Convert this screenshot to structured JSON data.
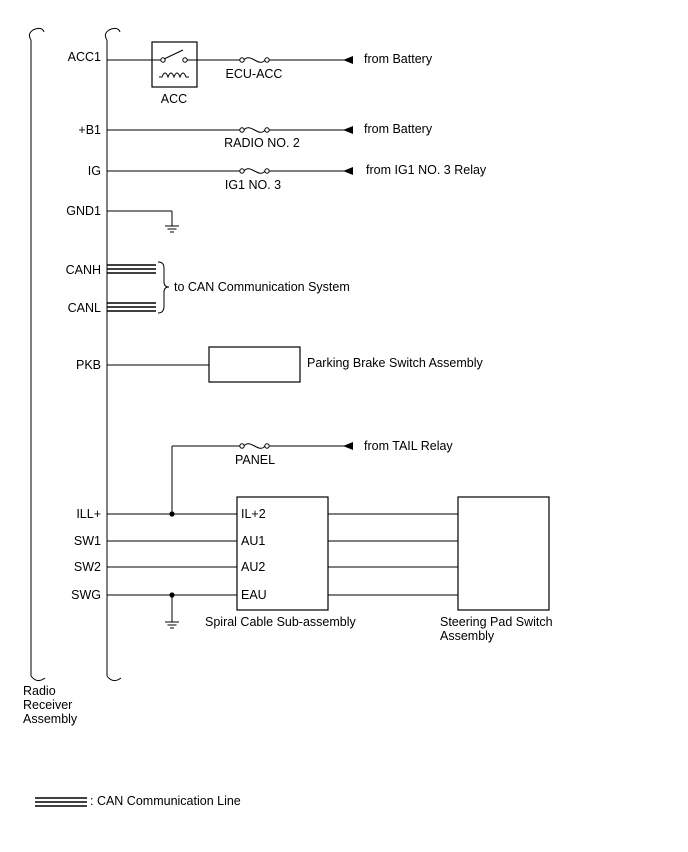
{
  "connector": {
    "name_lines": [
      "Radio",
      "Receiver",
      "Assembly"
    ]
  },
  "pins": {
    "acc1": "ACC1",
    "b1": "+B1",
    "ig": "IG",
    "gnd1": "GND1",
    "canh": "CANH",
    "canl": "CANL",
    "pkb": "PKB",
    "ill": "ILL+",
    "sw1": "SW1",
    "sw2": "SW2",
    "swg": "SWG"
  },
  "fuses": {
    "ecu_acc": "ECU-ACC",
    "radio_no2": "RADIO NO. 2",
    "ig1_no3": "IG1 NO. 3",
    "panel": "PANEL"
  },
  "relay": {
    "label": "ACC"
  },
  "sources": {
    "battery_1": "from Battery",
    "battery_2": "from Battery",
    "ig1_relay": "from IG1 NO. 3 Relay",
    "tail_relay": "from TAIL Relay"
  },
  "can_note": "to CAN Communication System",
  "parking_brake": "Parking Brake Switch Assembly",
  "spiral_cable": {
    "name": "Spiral Cable Sub-assembly",
    "pins": [
      "IL+2",
      "AU1",
      "AU2",
      "EAU"
    ]
  },
  "steering_pad": {
    "name_lines": [
      "Steering Pad Switch",
      "Assembly"
    ]
  },
  "legend": {
    "can_line": ": CAN Communication Line"
  }
}
